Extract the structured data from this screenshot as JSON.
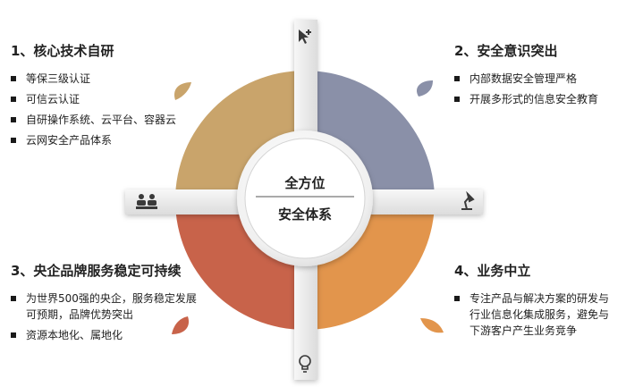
{
  "center": {
    "line1": "全方位",
    "line2": "安全体系"
  },
  "blocks": [
    {
      "title": "1、核心技术自研",
      "items": [
        "等保三级认证",
        "可信云认证",
        "自研操作系统、云平台、容器云",
        "云网安全产品体系"
      ]
    },
    {
      "title": "2、安全意识突出",
      "items": [
        "内部数据安全管理严格",
        "开展多形式的信息安全教育"
      ]
    },
    {
      "title": "3、央企品牌服务稳定可持续",
      "items": [
        "为世界500强的央企，服务稳定发展可预期，品牌优势突出",
        "资源本地化、属地化"
      ]
    },
    {
      "title": "4、业务中立",
      "items": [
        "专注产品与解决方案的研发与行业信息化集成服务，避免与下游客户产生业务竞争"
      ]
    }
  ],
  "colors": {
    "q1": "#c9a46b",
    "q2": "#8a90a8",
    "q3": "#c8634a",
    "q4": "#e2954c"
  },
  "icons": {
    "top": "pointer-plus-icon",
    "right": "desk-lamp-icon",
    "bottom": "lightbulb-icon",
    "left": "team-meeting-icon"
  }
}
